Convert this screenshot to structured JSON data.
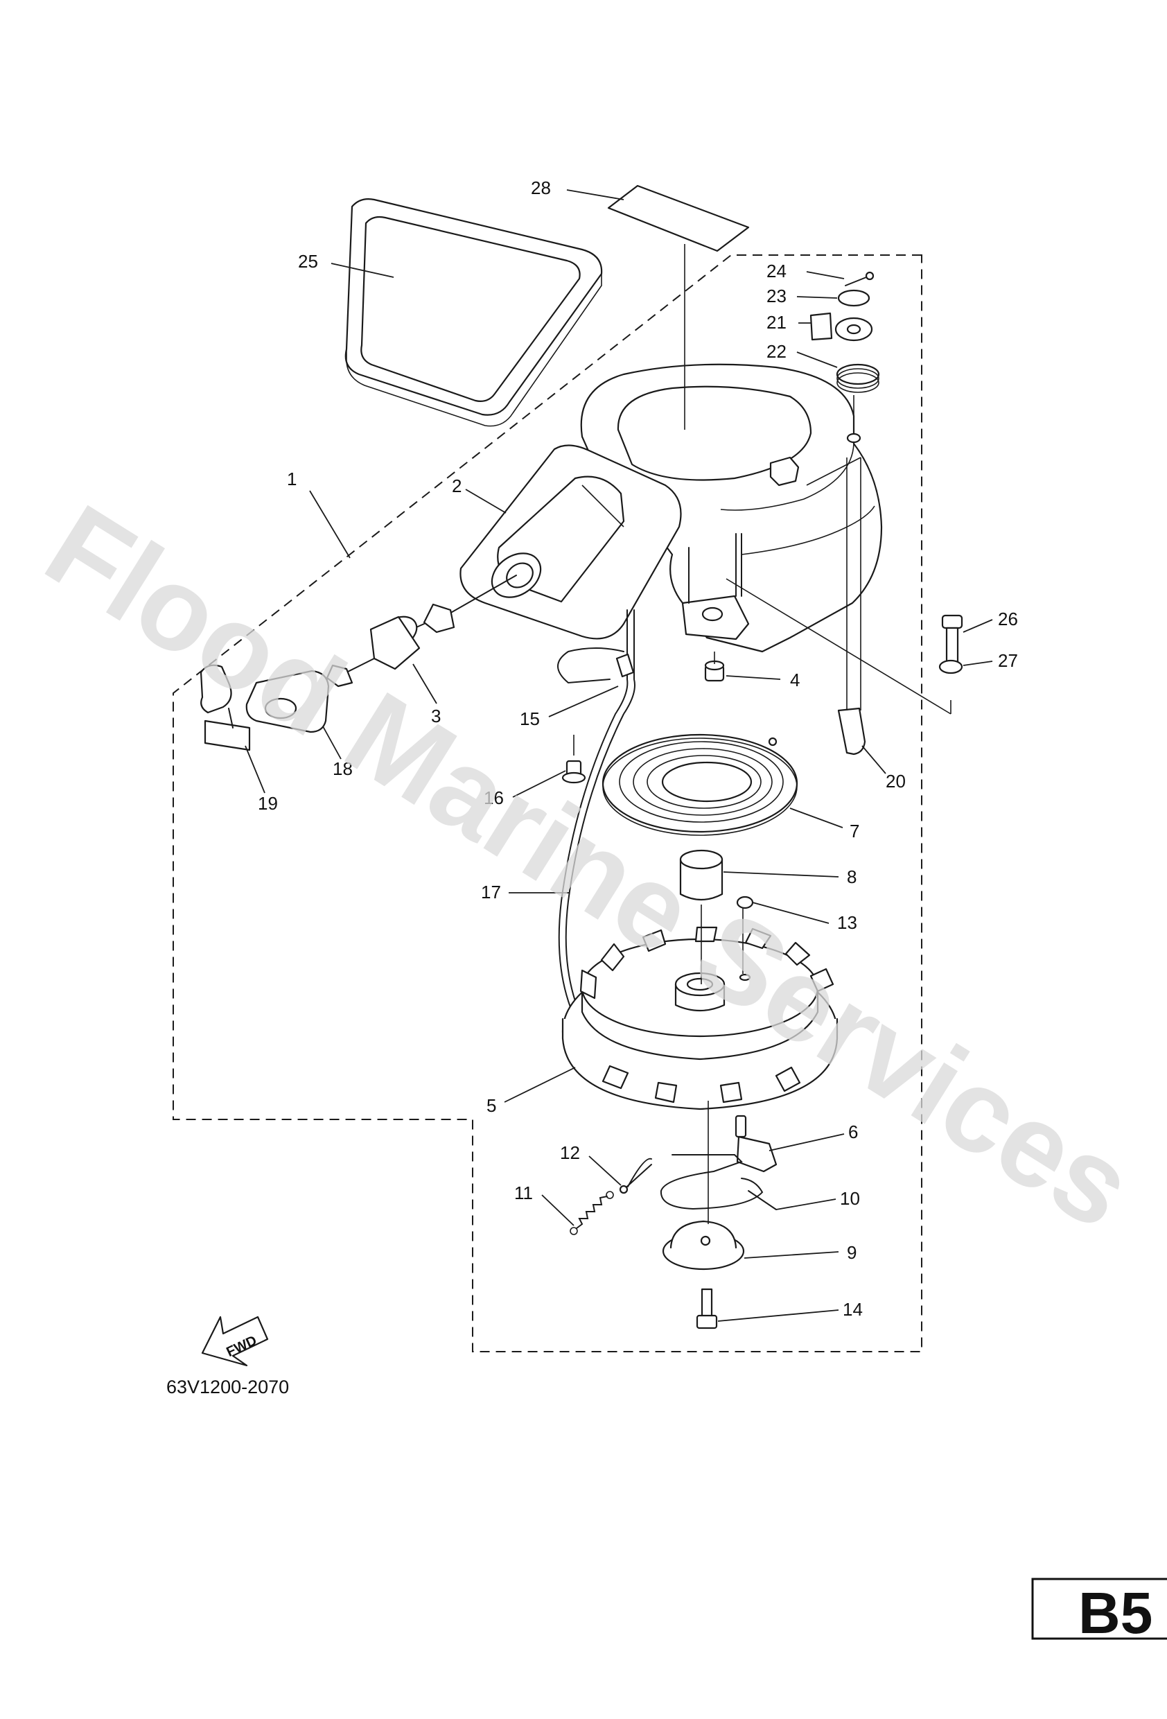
{
  "watermark": "Flood Marine Services",
  "part_code": "63V1200-2070",
  "fwd_label": "FWD",
  "section_tag": "B5",
  "callouts": [
    {
      "id": "c1",
      "label": "1"
    },
    {
      "id": "c2",
      "label": "2"
    },
    {
      "id": "c3",
      "label": "3"
    },
    {
      "id": "c4",
      "label": "4"
    },
    {
      "id": "c5",
      "label": "5"
    },
    {
      "id": "c6",
      "label": "6"
    },
    {
      "id": "c7",
      "label": "7"
    },
    {
      "id": "c8",
      "label": "8"
    },
    {
      "id": "c9",
      "label": "9"
    },
    {
      "id": "c10",
      "label": "10"
    },
    {
      "id": "c11",
      "label": "11"
    },
    {
      "id": "c12",
      "label": "12"
    },
    {
      "id": "c13",
      "label": "13"
    },
    {
      "id": "c14",
      "label": "14"
    },
    {
      "id": "c15",
      "label": "15"
    },
    {
      "id": "c16",
      "label": "16"
    },
    {
      "id": "c17",
      "label": "17"
    },
    {
      "id": "c18",
      "label": "18"
    },
    {
      "id": "c19",
      "label": "19"
    },
    {
      "id": "c20",
      "label": "20"
    },
    {
      "id": "c21",
      "label": "21"
    },
    {
      "id": "c22",
      "label": "22"
    },
    {
      "id": "c23",
      "label": "23"
    },
    {
      "id": "c24",
      "label": "24"
    },
    {
      "id": "c25",
      "label": "25"
    },
    {
      "id": "c26",
      "label": "26"
    },
    {
      "id": "c27",
      "label": "27"
    },
    {
      "id": "c28",
      "label": "28"
    }
  ]
}
